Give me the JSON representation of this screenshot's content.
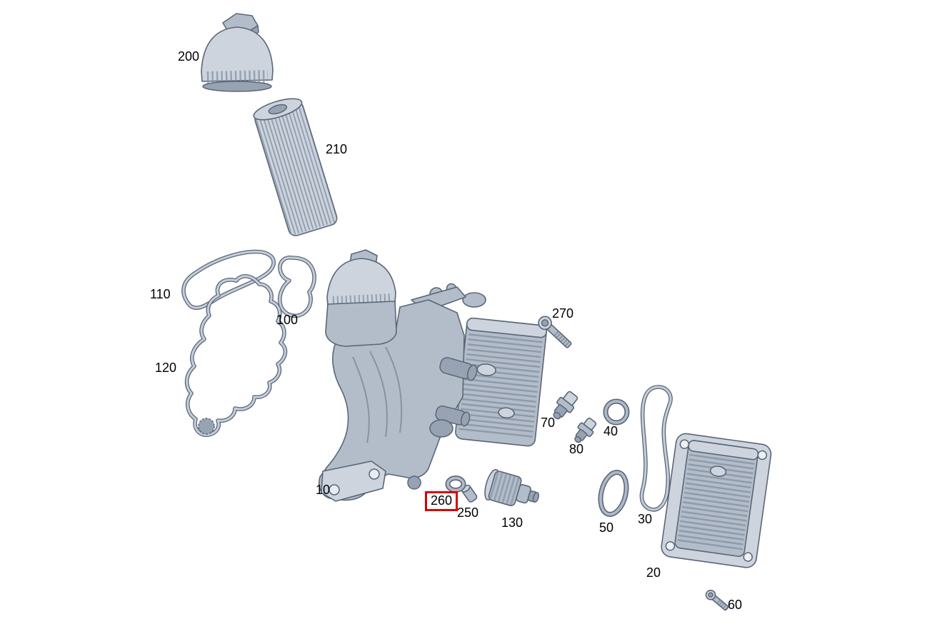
{
  "diagram": {
    "labels": {
      "p10": "10",
      "p20": "20",
      "p30": "30",
      "p40": "40",
      "p50": "50",
      "p60": "60",
      "p70": "70",
      "p80": "80",
      "p100": "100",
      "p110": "110",
      "p120": "120",
      "p130": "130",
      "p200": "200",
      "p210": "210",
      "p250": "250",
      "p260": "260",
      "p270": "270"
    },
    "highlight": {
      "part": "260",
      "box_color": "#d90000"
    },
    "colors": {
      "background": "#ffffff",
      "part_fill": "#b3bdca",
      "part_outline": "#5a6677",
      "label_text": "#000000"
    }
  }
}
